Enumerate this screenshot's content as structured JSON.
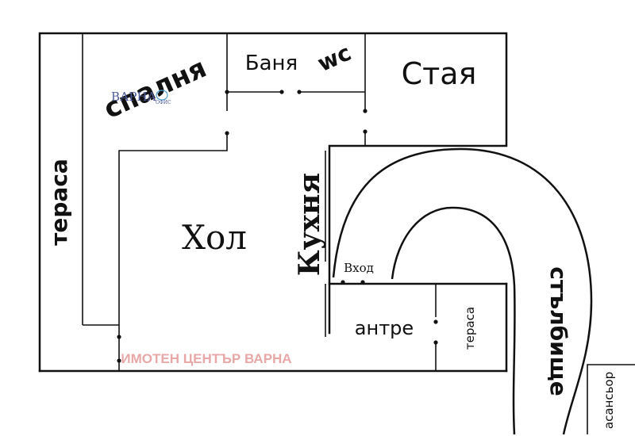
{
  "rooms": {
    "terrace_left": "тераса",
    "bedroom": "спалня",
    "bathroom": "Баня",
    "wc": "wc",
    "room": "Стая",
    "hall": "Хол",
    "kitchen": "Кухня",
    "entrance": "Вход",
    "antre": "антре",
    "terrace_small": "тераса",
    "stairs": "стълбище",
    "elevator": "асансьор"
  },
  "watermarks": {
    "agency": "ИМОТЕН ЦЕНТЪР ВАРНА",
    "logo_main": "ВАРНА",
    "logo_sub": "ОФИС"
  }
}
